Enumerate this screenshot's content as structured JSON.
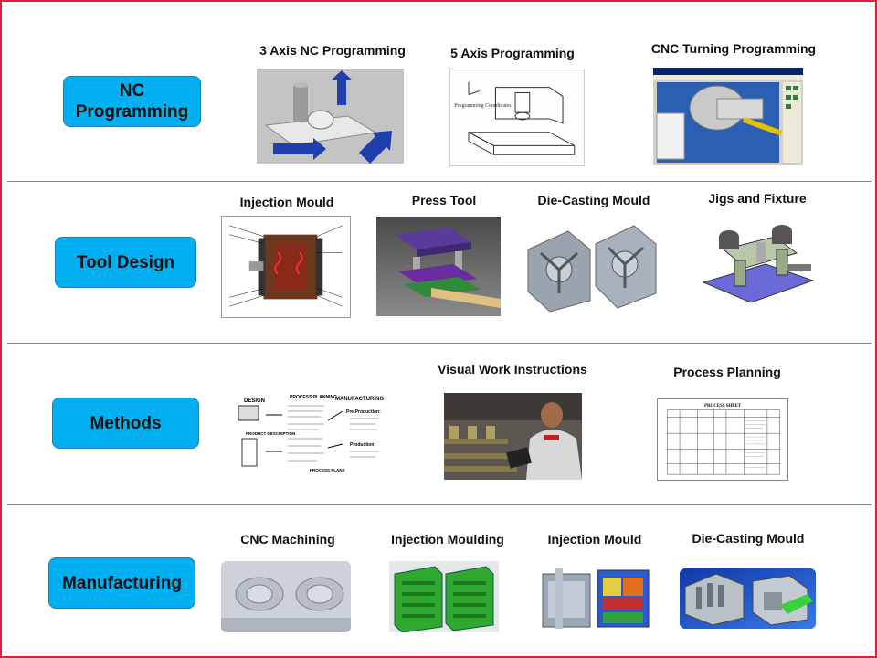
{
  "categories": {
    "nc": "NC Programming",
    "tool": "Tool Design",
    "methods": "Methods",
    "manufacturing": "Manufacturing"
  },
  "nc_row": {
    "axis3": "3 Axis NC Programming",
    "axis5": "5 Axis Programming",
    "turning": "CNC Turning Programming"
  },
  "tool_row": {
    "injection": "Injection Mould",
    "press": "Press Tool",
    "diecast": "Die-Casting Mould",
    "jigs": "Jigs and Fixture"
  },
  "methods_row": {
    "visual": "Visual Work Instructions",
    "planning": "Process Planning"
  },
  "mfg_row": {
    "cnc": "CNC Machining",
    "moulding": "Injection Moulding",
    "injection": "Injection Mould",
    "diecast": "Die-Casting Mould"
  },
  "diagram_text": {
    "axis5_caption": "Programming Coordinates",
    "design": "DESIGN",
    "process_planning": "PROCESS PLANNING",
    "manufacturing": "MANUFACTURING",
    "product_description": "PRODUCT DESCRIPTION",
    "pre_production": "Pre-Production:",
    "production": "Production:",
    "process_plans": "PROCESS PLANS",
    "process_sheet": "PROCESS SHEET"
  },
  "colors": {
    "frame": "#e0203a",
    "category_fill": "#00b0f0",
    "category_border": "#2f75b5",
    "divider": "#8a8a8a"
  }
}
